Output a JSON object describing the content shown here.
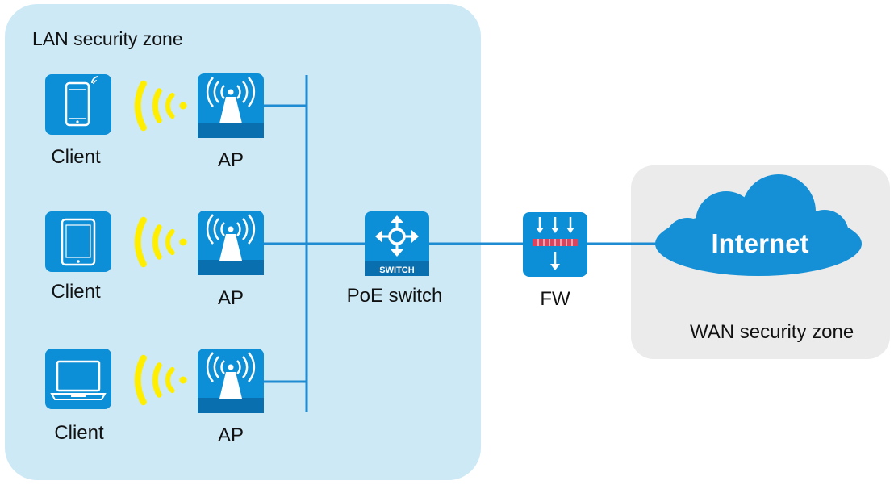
{
  "zones": {
    "lan": {
      "label": "LAN security zone",
      "color": "#cde9f6"
    },
    "wan": {
      "label": "WAN security zone",
      "color": "#ebebeb"
    }
  },
  "clients": [
    {
      "label": "Client",
      "icon": "smartphone-icon"
    },
    {
      "label": "Client",
      "icon": "tablet-icon"
    },
    {
      "label": "Client",
      "icon": "laptop-icon"
    }
  ],
  "aps": [
    {
      "label": "AP",
      "icon": "access-point-icon"
    },
    {
      "label": "AP",
      "icon": "access-point-icon"
    },
    {
      "label": "AP",
      "icon": "access-point-icon"
    }
  ],
  "switch": {
    "label": "PoE switch",
    "badge": "SWITCH",
    "icon": "switch-icon"
  },
  "firewall": {
    "label": "FW",
    "icon": "firewall-icon"
  },
  "internet": {
    "label": "Internet",
    "icon": "cloud-icon"
  },
  "colors": {
    "device_blue": "#0c8fd6",
    "device_dark": "#0a6fae",
    "link": "#1f8bd0",
    "wifi": "#ffee00",
    "firewall_bar": "#d9455f",
    "cloud": "#1590d6"
  }
}
